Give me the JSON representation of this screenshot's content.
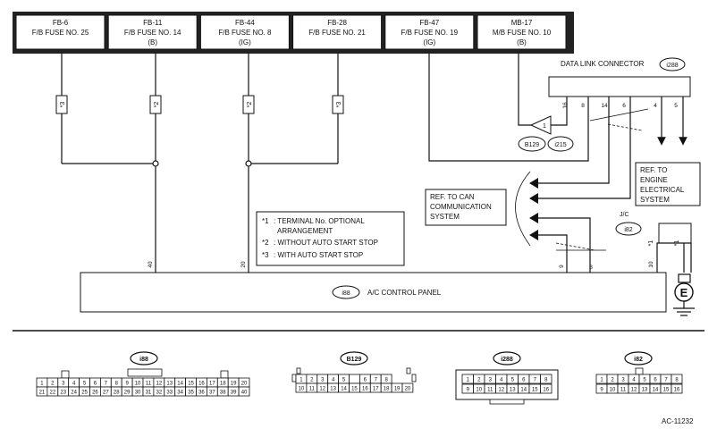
{
  "fuses": [
    {
      "id": "FB-6",
      "name": "F/B FUSE NO. 25",
      "note": ""
    },
    {
      "id": "FB-11",
      "name": "F/B FUSE NO. 14",
      "note": "(B)"
    },
    {
      "id": "FB-44",
      "name": "F/B FUSE NO. 8",
      "note": "(IG)"
    },
    {
      "id": "FB-28",
      "name": "F/B FUSE NO. 21",
      "note": ""
    },
    {
      "id": "FB-47",
      "name": "F/B FUSE NO. 19",
      "note": "(IG)"
    },
    {
      "id": "MB-17",
      "name": "M/B FUSE NO. 10",
      "note": "(B)"
    }
  ],
  "wire_tags": {
    "w1": "*3",
    "w2": "*2",
    "w3": "*2",
    "w4": "*3"
  },
  "data_link": {
    "title": "DATA LINK CONNECTOR",
    "code": "i288",
    "pins": [
      "16",
      "8",
      "14",
      "6",
      "4",
      "5"
    ]
  },
  "b129": {
    "code": "B129",
    "pin": "1"
  },
  "i215": {
    "code": "i215"
  },
  "ref_engine": [
    "REF. TO",
    "ENGINE",
    "ELECTRICAL",
    "SYSTEM"
  ],
  "ref_can": [
    "REF. TO CAN",
    "COMMUNICATION",
    "SYSTEM"
  ],
  "jc": {
    "label": "J/C",
    "code": "i82",
    "tag1": "*1",
    "tag2": "*1"
  },
  "legend": [
    {
      "key": "*1",
      "text": ": TERMINAL No. OPTIONAL"
    },
    {
      "key": "",
      "text": "ARRANGEMENT"
    },
    {
      "key": "*2",
      "text": ": WITHOUT AUTO START STOP"
    },
    {
      "key": "*3",
      "text": ": WITH AUTO START STOP"
    }
  ],
  "panel": {
    "code": "i88",
    "name": "A/C CONTROL PANEL",
    "pins": [
      "40",
      "20",
      "9",
      "8",
      "10"
    ]
  },
  "ground": {
    "label": "E"
  },
  "connectors": {
    "i88": {
      "code": "i88",
      "row1": [
        "1",
        "2",
        "3",
        "4",
        "5",
        "6",
        "7",
        "8",
        "9",
        "10",
        "11",
        "12",
        "13",
        "14",
        "15",
        "16",
        "17",
        "18",
        "19",
        "20"
      ],
      "row2": [
        "21",
        "22",
        "23",
        "24",
        "25",
        "26",
        "27",
        "28",
        "29",
        "30",
        "31",
        "32",
        "33",
        "34",
        "35",
        "36",
        "37",
        "38",
        "39",
        "40"
      ]
    },
    "b129": {
      "code": "B129",
      "row1": [
        "1",
        "2",
        "3",
        "4",
        "5",
        "",
        "6",
        "7",
        "8"
      ],
      "row2": [
        "10",
        "11",
        "12",
        "13",
        "14",
        "15",
        "16",
        "17",
        "18",
        "19",
        "20"
      ]
    },
    "i288": {
      "code": "i288",
      "row1": [
        "1",
        "2",
        "3",
        "4",
        "5",
        "6",
        "7",
        "8"
      ],
      "row2": [
        "9",
        "10",
        "11",
        "12",
        "13",
        "14",
        "15",
        "16"
      ]
    },
    "i82": {
      "code": "i82",
      "row1": [
        "1",
        "2",
        "3",
        "4",
        "5",
        "6",
        "7",
        "8"
      ],
      "row2": [
        "9",
        "10",
        "11",
        "12",
        "13",
        "14",
        "15",
        "16"
      ]
    }
  },
  "figure_id": "AC-11232"
}
